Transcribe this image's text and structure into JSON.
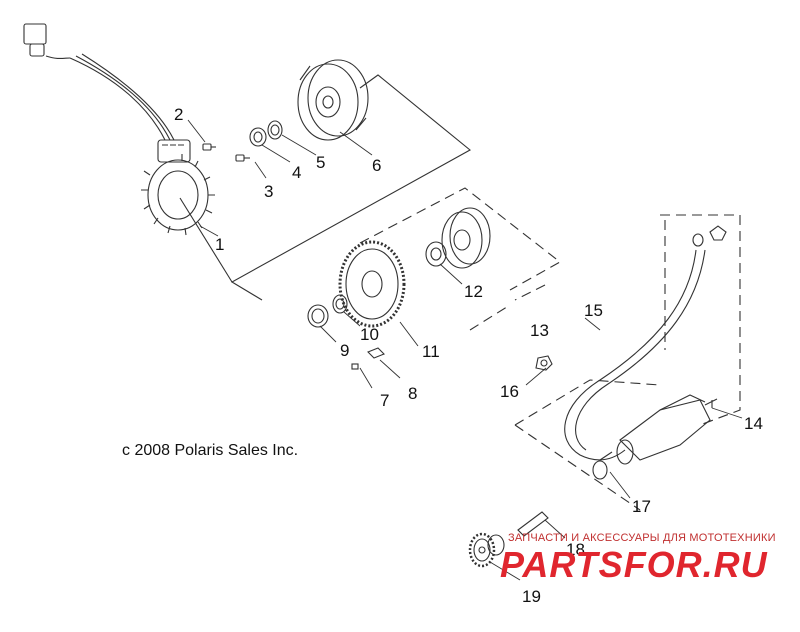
{
  "copyright": "c 2008 Polaris Sales Inc.",
  "watermark": {
    "tagline": "ЗАПЧАСТИ И АКСЕССУАРЫ ДЛЯ МОТОТЕХНИКИ",
    "logo": "PARTSFOR.RU"
  },
  "callouts": [
    "1",
    "2",
    "3",
    "4",
    "5",
    "6",
    "7",
    "8",
    "9",
    "10",
    "11",
    "12",
    "13",
    "14",
    "15",
    "16",
    "17",
    "18",
    "19"
  ],
  "colors": {
    "line": "#333333",
    "watermark": "#e0262e"
  }
}
